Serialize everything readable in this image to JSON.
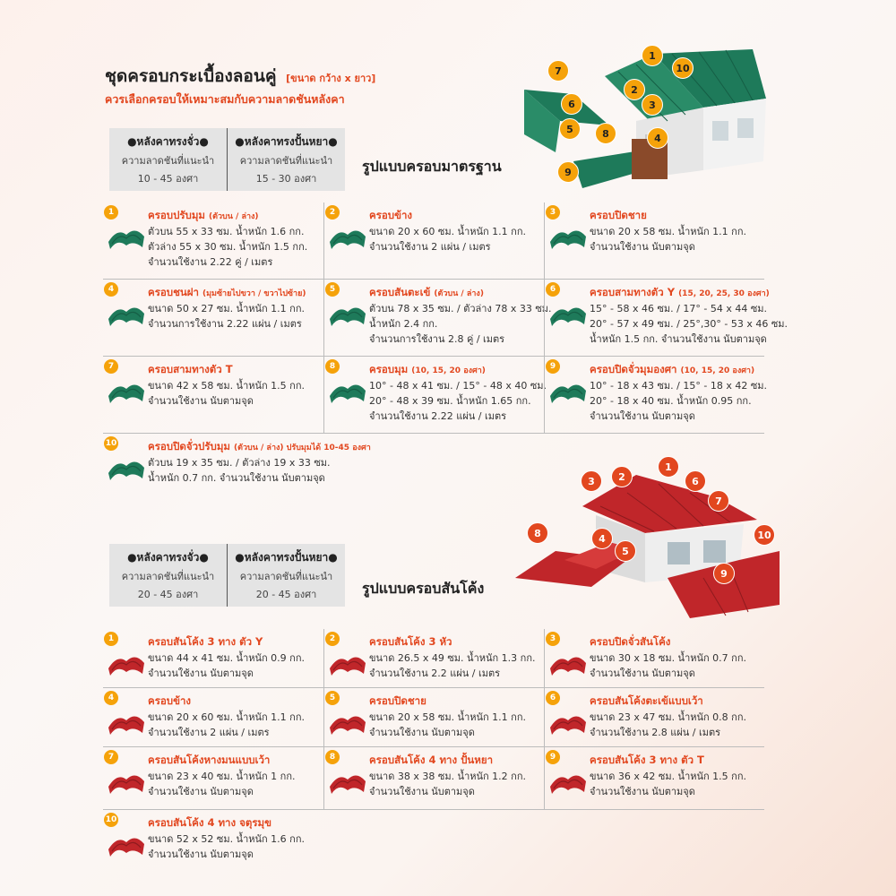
{
  "header": {
    "title": "ชุดครอบกระเบื้องลอนคู่",
    "title_tag": "[ขนาด กว้าง x ยาว]",
    "subtitle": "ควรเลือกครอบให้เหมาะสมกับความลาดชันหลังคา"
  },
  "standard": {
    "section_title": "รูปแบบครอบมาตรฐาน",
    "slope": [
      {
        "head": "●หลังคาทรงจั่ว●",
        "line1": "ความลาดชันที่แนะนำ",
        "line2": "10 - 45 องศา"
      },
      {
        "head": "●หลังคาทรงปั้นหยา●",
        "line1": "ความลาดชันที่แนะนำ",
        "line2": "15 - 30 องศา"
      }
    ],
    "markers": [
      "1",
      "2",
      "3",
      "4",
      "5",
      "6",
      "7",
      "8",
      "9",
      "10"
    ],
    "items": [
      {
        "num": "1",
        "name": "ครอบปรับมุม",
        "note": "(ตัวบน / ล่าง)",
        "lines": [
          "ตัวบน 55 x 33 ซม.  น้ำหนัก 1.6 กก.",
          "ตัวล่าง 55 x 30 ซม.  น้ำหนัก 1.5 กก.",
          "จำนวนใช้งาน 2.22 คู่ / เมตร"
        ]
      },
      {
        "num": "2",
        "name": "ครอบข้าง",
        "note": "",
        "lines": [
          "ขนาด 20 x 60 ซม.  น้ำหนัก 1.1 กก.",
          "จำนวนใช้งาน 2 แผ่น / เมตร",
          ""
        ]
      },
      {
        "num": "3",
        "name": "ครอบปิดชาย",
        "note": "",
        "lines": [
          "ขนาด 20 x 58 ซม.  น้ำหนัก 1.1 กก.",
          "จำนวนใช้งาน นับตามจุด",
          ""
        ]
      },
      {
        "num": "4",
        "name": "ครอบชนฝา",
        "note": "(มุมซ้ายไปขวา / ขวาไปซ้าย)",
        "lines": [
          "ขนาด 50 x 27 ซม.  น้ำหนัก 1.1 กก.",
          "จำนวนการใช้งาน 2.22 แผ่น / เมตร",
          ""
        ]
      },
      {
        "num": "5",
        "name": "ครอบสันตะเข้",
        "note": "(ตัวบน / ล่าง)",
        "lines": [
          "ตัวบน 78 x 35 ซม. / ตัวล่าง 78 x 33 ซม.",
          "น้ำหนัก 2.4 กก.",
          "จำนวนการใช้งาน 2.8 คู่ / เมตร"
        ]
      },
      {
        "num": "6",
        "name": "ครอบสามทางตัว Y",
        "note": "(15, 20, 25, 30 องศา)",
        "lines": [
          "15° - 58 x 46 ซม. / 17° - 54 x 44 ซม.",
          "20° - 57 x 49 ซม. / 25°,30° - 53 x 46 ซม.",
          "น้ำหนัก 1.5 กก.  จำนวนใช้งาน นับตามจุด"
        ]
      },
      {
        "num": "7",
        "name": "ครอบสามทางตัว T",
        "note": "",
        "lines": [
          "ขนาด 42 x 58 ซม.  น้ำหนัก 1.5 กก.",
          "จำนวนใช้งาน นับตามจุด",
          ""
        ]
      },
      {
        "num": "8",
        "name": "ครอบมุม",
        "note": "(10, 15, 20 องศา)",
        "lines": [
          "10° - 48 x 41 ซม. / 15° - 48 x 40 ซม.",
          "20° - 48 x 39 ซม.  น้ำหนัก 1.65 กก.",
          "จำนวนใช้งาน 2.22 แผ่น / เมตร"
        ]
      },
      {
        "num": "9",
        "name": "ครอบปิดจั่วมุมองศา",
        "note": "(10, 15, 20 องศา)",
        "lines": [
          "10° - 18 x 43 ซม. / 15° - 18 x 42 ซม.",
          "20° - 18 x 40 ซม.  น้ำหนัก 0.95 กก.",
          "จำนวนใช้งาน นับตามจุด"
        ]
      },
      {
        "num": "10",
        "name": "ครอบปิดจั่วปรับมุม",
        "note": "(ตัวบน / ล่าง) ปรับมุมได้ 10-45 องศา",
        "lines": [
          "ตัวบน 19 x 35 ซม. / ตัวล่าง 19 x 33 ซม.",
          "น้ำหนัก 0.7 กก. จำนวนใช้งาน นับตามจุด"
        ]
      }
    ]
  },
  "curved": {
    "section_title": "รูปแบบครอบสันโค้ง",
    "slope": [
      {
        "head": "●หลังคาทรงจั่ว●",
        "line1": "ความลาดชันที่แนะนำ",
        "line2": "20 - 45 องศา"
      },
      {
        "head": "●หลังคาทรงปั้นหยา●",
        "line1": "ความลาดชันที่แนะนำ",
        "line2": "20 - 45 องศา"
      }
    ],
    "markers": [
      "1",
      "2",
      "3",
      "4",
      "5",
      "6",
      "7",
      "8",
      "9",
      "10"
    ],
    "items": [
      {
        "num": "1",
        "name": "ครอบสันโค้ง 3 ทาง ตัว Y",
        "note": "",
        "lines": [
          "ขนาด 44 x 41 ซม.  น้ำหนัก 0.9 กก.",
          "จำนวนใช้งาน นับตามจุด"
        ]
      },
      {
        "num": "2",
        "name": "ครอบสันโค้ง 3 หัว",
        "note": "",
        "lines": [
          "ขนาด 26.5 x 49 ซม.  น้ำหนัก 1.3 กก.",
          "จำนวนใช้งาน 2.2 แผ่น / เมตร"
        ]
      },
      {
        "num": "3",
        "name": "ครอบปิดจั่วสันโค้ง",
        "note": "",
        "lines": [
          "ขนาด 30 x 18 ซม.  น้ำหนัก 0.7 กก.",
          "จำนวนใช้งาน นับตามจุด"
        ]
      },
      {
        "num": "4",
        "name": "ครอบข้าง",
        "note": "",
        "lines": [
          "ขนาด 20 x 60 ซม.  น้ำหนัก 1.1 กก.",
          "จำนวนใช้งาน 2 แผ่น / เมตร"
        ]
      },
      {
        "num": "5",
        "name": "ครอบปิดชาย",
        "note": "",
        "lines": [
          "ขนาด 20 x 58 ซม.  น้ำหนัก 1.1 กก.",
          "จำนวนใช้งาน นับตามจุด"
        ]
      },
      {
        "num": "6",
        "name": "ครอบสันโค้งตะเข้แบบเว้า",
        "note": "",
        "lines": [
          "ขนาด 23 x 47 ซม.  น้ำหนัก 0.8 กก.",
          "จำนวนใช้งาน 2.8 แผ่น / เมตร"
        ]
      },
      {
        "num": "7",
        "name": "ครอบสันโค้งหางมนแบบเว้า",
        "note": "",
        "lines": [
          "ขนาด 23 x 40 ซม.  น้ำหนัก 1 กก.",
          "จำนวนใช้งาน นับตามจุด"
        ]
      },
      {
        "num": "8",
        "name": "ครอบสันโค้ง 4 ทาง ปั้นหยา",
        "note": "",
        "lines": [
          "ขนาด 38 x 38 ซม.  น้ำหนัก 1.2 กก.",
          "จำนวนใช้งาน นับตามจุด"
        ]
      },
      {
        "num": "9",
        "name": "ครอบสันโค้ง 3 ทาง ตัว T",
        "note": "",
        "lines": [
          "ขนาด 36 x 42 ซม.  น้ำหนัก 1.5 กก.",
          "จำนวนใช้งาน นับตามจุด"
        ]
      },
      {
        "num": "10",
        "name": "ครอบสันโค้ง 4 ทาง จตุรมุข",
        "note": "",
        "lines": [
          "ขนาด 52 x 52 ซม.  น้ำหนัก 1.6 กก.",
          "จำนวนใช้งาน นับตามจุด"
        ]
      }
    ]
  },
  "colors": {
    "accent": "#e2471f",
    "badge": "#f5a20a",
    "green_tile": "#1e7a5a",
    "red_tile": "#c0262a"
  }
}
